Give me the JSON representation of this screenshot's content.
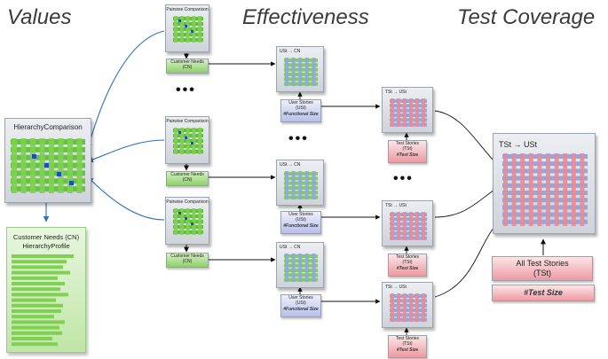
{
  "titles": {
    "values": "Values",
    "effectiveness": "Effectiveness",
    "test_coverage": "Test Coverage"
  },
  "hierarchy": {
    "title": "HierarchyComparison"
  },
  "profile": {
    "title_line1": "Customer Needs (CN)",
    "title_line2": "HierarchyProfile"
  },
  "pairwise_label": "Pairwise Comparison",
  "cn_box": {
    "line1": "Customer Needs",
    "line2": "(CN)"
  },
  "us_to_cn": "USt → CN",
  "us_box": {
    "line1": "User Stories",
    "line2": "(USt)",
    "sub": "#Functional Size"
  },
  "ts_to_us": "TSt → USt",
  "ts_box": {
    "line1": "Test Stories",
    "line2": "(TSt)",
    "sub": "#Test Size"
  },
  "big": {
    "title": "TSt → USt",
    "box_line1": "All Test Stories",
    "box_line2": "(TSt)",
    "size": "#Test Size"
  },
  "dots": "•••",
  "colors": {
    "green": "#7fd053",
    "blue": "#8fa8de",
    "pink": "#e98b95",
    "arrow_blue": "#2e6fc0"
  }
}
